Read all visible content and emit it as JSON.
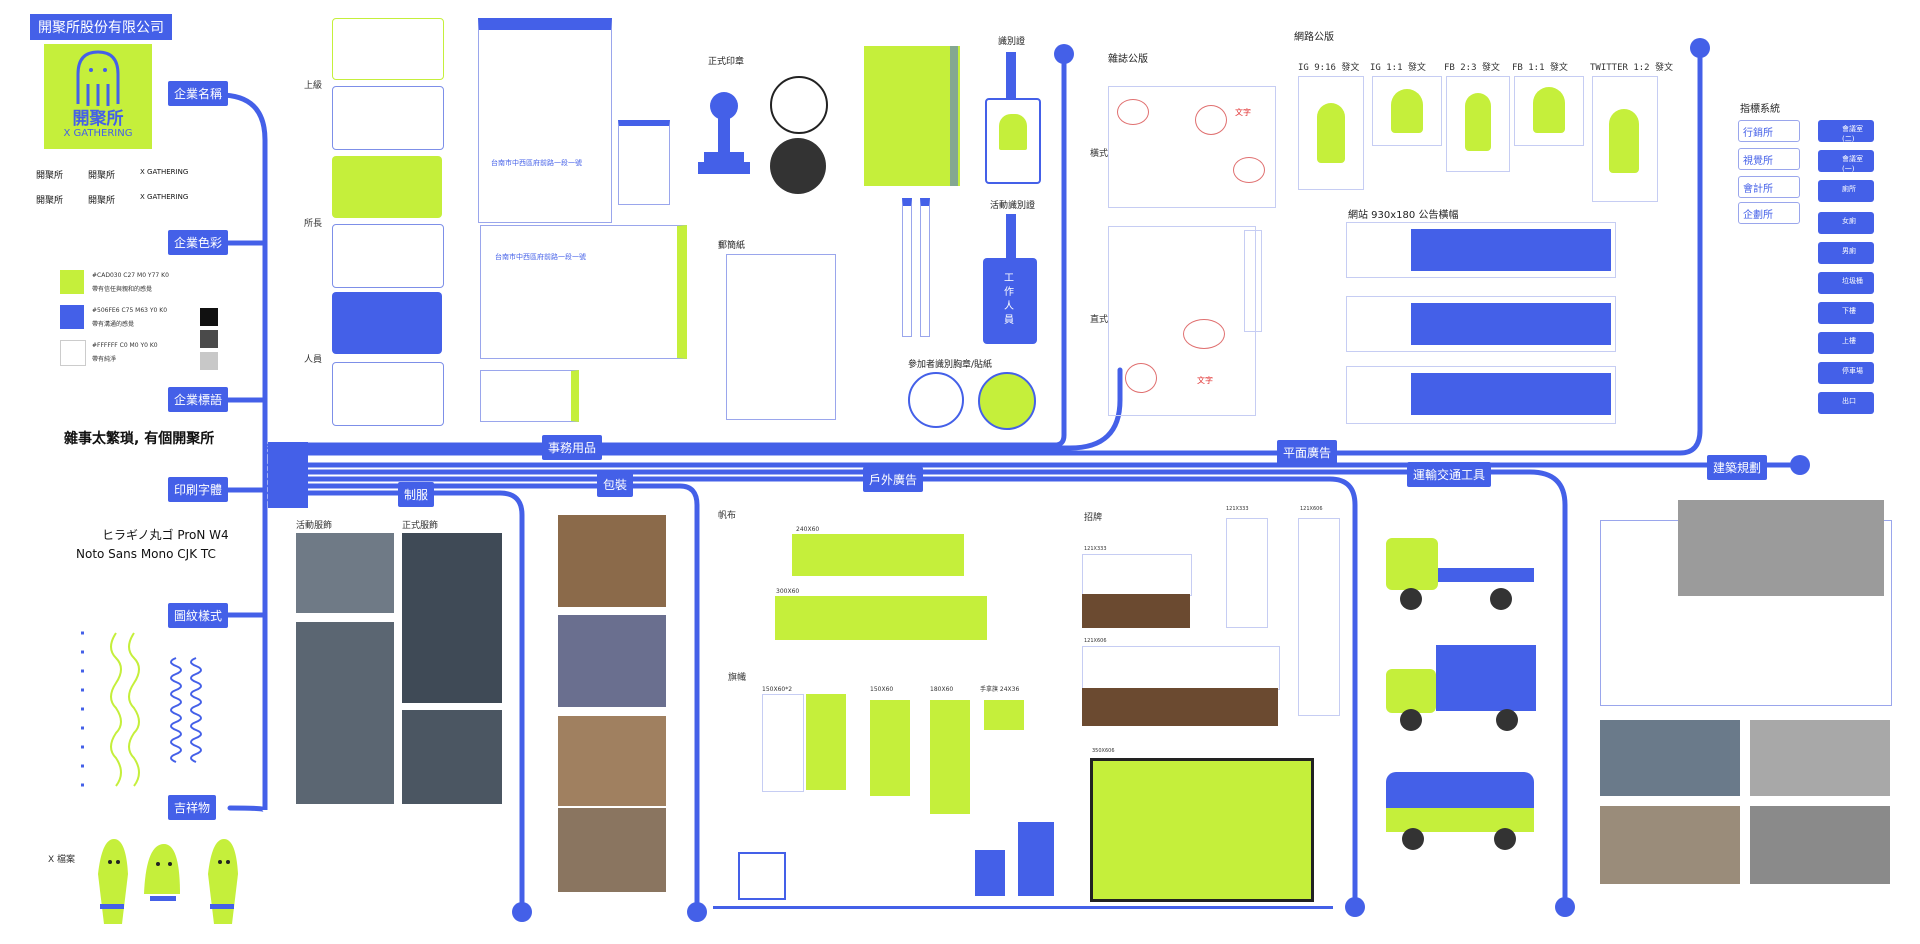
{
  "colors": {
    "accent": "#4460e8",
    "lime": "#c5ef3b",
    "black": "#111111",
    "gray": "#6b6b6b",
    "lightgray": "#c8c8c8"
  },
  "header": {
    "company": "開聚所股份有限公司"
  },
  "logo": {
    "main_cn": "開聚所",
    "main_en": "X GATHERING"
  },
  "left": {
    "tags": [
      "企業名稱",
      "企業色彩",
      "企業標語",
      "印刷字體",
      "圖紋樣式",
      "吉祥物"
    ],
    "slogan": "雜事太繁瑣, 有個開聚所",
    "fonts": [
      "ヒラギノ丸ゴ ProN W4",
      "Noto Sans Mono CJK TC"
    ],
    "color_specs": [
      {
        "code": "#CAD030  C27 M0 Y77 K0",
        "note": "帶有信任與親和的感覺"
      },
      {
        "code": "#506FE6  C75 M63 Y0 K0",
        "note": "帶有溝通的感覺"
      },
      {
        "code": "#FFFFFF  C0 M0 Y0 K0",
        "note": "帶有純淨"
      }
    ],
    "logo_variants": [
      "開聚所",
      "開聚所",
      "X GATHERING",
      "開聚所",
      "開聚所",
      "X GATHERING"
    ],
    "mascot_label": "X 檔案"
  },
  "branches": {
    "office": "事務用品",
    "uniform": "制服",
    "packaging": "包裝",
    "outdoor": "戶外廣告",
    "print_ad": "平面廣告",
    "transport": "運輸交通工具",
    "architecture": "建築規劃"
  },
  "office": {
    "levels": [
      "上級",
      "所長",
      "人員"
    ],
    "stamp_label": "正式印章",
    "memo_label": "郵簡紙",
    "id_label": "識別證",
    "event_id_label": "活動識別證",
    "badge_label": "參加者識別胸章/貼紙",
    "staff_text": "工作人員",
    "address": "台南市中西區府前路一段一號"
  },
  "print_ads": {
    "magazine_label": "雜誌公版",
    "web_label": "網路公版",
    "banner_label": "網站  930x180  公告橫幅",
    "social": [
      "IG 9:16 發文",
      "IG 1:1 發文",
      "FB 2:3 發文",
      "FB 1:1 發文",
      "TWITTER 1:2 發文"
    ],
    "text_word": "文字",
    "rows": [
      "橫式",
      "直式"
    ]
  },
  "signage": {
    "title": "指標系統",
    "depts": [
      "行銷所",
      "視覺所",
      "會計所",
      "企劃所"
    ],
    "rooms": [
      "會議室(二)",
      "會議室(一)",
      "廁所",
      "女廁",
      "男廁",
      "垃圾桶",
      "下樓",
      "上樓",
      "停車場",
      "出口"
    ]
  },
  "uniform": {
    "activity": "活動服飾",
    "formal": "正式服飾"
  },
  "outdoor": {
    "banner_label": "帆布",
    "flag_label": "旗幟",
    "signboard_label": "招牌",
    "sizes": [
      "240X60",
      "300X60",
      "150X60*2",
      "150X60",
      "180X60",
      "手拿旗 24X36",
      "121X333",
      "121X606",
      "121X606",
      "121X333",
      "350X606"
    ]
  }
}
